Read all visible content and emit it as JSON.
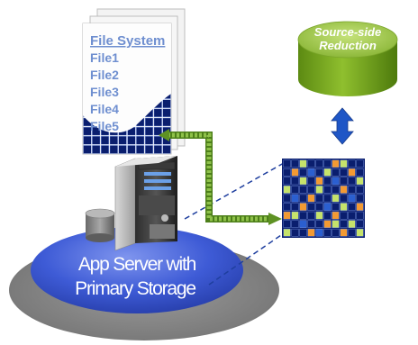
{
  "file_system": {
    "title": "File System",
    "files": [
      "File1",
      "File2",
      "File3",
      "File4",
      "File5"
    ]
  },
  "server": {
    "label_line1": "App Server with",
    "label_line2": "Primary Storage"
  },
  "reduction": {
    "line1": "Source-side",
    "line2": "Reduction"
  },
  "colors": {
    "grid_navy": "#0a1e6e",
    "grid_orange": "#f39a33",
    "grid_green": "#c6e36b",
    "grid_blue": "#2b5fd0",
    "cylinder_green": "#8fbf2e",
    "platform_blue": "#3f5ed8",
    "arrow_green": "#73a52c",
    "dashed_line": "#1f3f9f"
  }
}
